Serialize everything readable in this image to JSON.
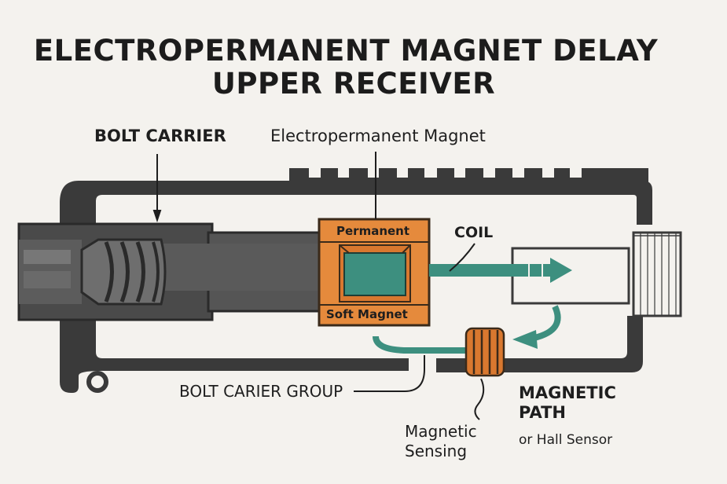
{
  "title": {
    "line1": "ELECTROPERMANENT MAGNET DELAY",
    "line2": "UPPER RECEIVER"
  },
  "labels": {
    "bolt_carrier": "BOLT CARRIER",
    "electropermanent_magnet": "Electropermanent Magnet",
    "permanent": "Permanent",
    "soft_magnet": "Soft Magnet",
    "coil": "COIL",
    "bolt_carrier_group": "BOLT CARIER GROUP",
    "magnetic_path": "MAGNETIC PATH",
    "magnetic_sensing": "Magnetic Sensing",
    "hall_sensor": "or Hall Sensor"
  },
  "colors": {
    "background": "#f4f2ee",
    "receiver": "#3a3a3a",
    "bolt": "#555555",
    "magnet_orange": "#e58a3c",
    "flux_teal": "#3d8f7f",
    "coil": "#d9782f"
  }
}
